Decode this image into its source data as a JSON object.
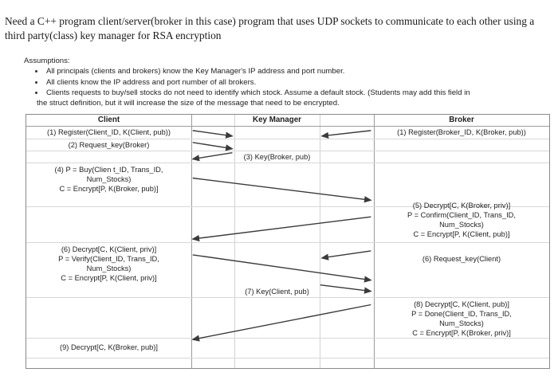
{
  "prompt": {
    "text": "Need a C++ program client/server(broker in this case) program that uses UDP sockets to communicate to each other using a third party(class) key manager for RSA encryption"
  },
  "assumptions": {
    "heading": "Assumptions:",
    "items": [
      {
        "text": "All principals (clients and brokers) know the Key Manager's IP address and port number.",
        "cont": ""
      },
      {
        "text": "All clients know the IP address and port number of all brokers.",
        "cont": ""
      },
      {
        "text": "Clients requests to buy/sell stocks do not need to identify which stock. Assume a default stock. (Students may add this field in",
        "cont": "the struct definition, but it will increase the size of the message that need to be encrypted."
      }
    ]
  },
  "table": {
    "headers": {
      "client": "Client",
      "key_manager": "Key Manager",
      "broker": "Broker"
    },
    "client_column": {
      "step1": "(1) Register(Client_ID, K(Client, pub))",
      "step2": "(2) Request_key(Broker)",
      "step4_line1": "(4)  P = Buy(Clien t_ID, Trans_ID,",
      "step4_line2": "Num_Stocks)",
      "step4_line3": "C = Encrypt[P, K(Broker, pub)]",
      "step6_line1": "(6)  Decrypt[C, K(Client, priv)]",
      "step6_line2": "P = Verify(Client_ID, Trans_ID,",
      "step6_line3": "Num_Stocks)",
      "step6_line4": "C = Encrypt[P, K(Client, priv)]",
      "step9": "(9)  Decrypt[C, K(Broker, pub)]"
    },
    "key_manager_column": {
      "step3": "(3) Key(Broker, pub)",
      "step7": "(7)  Key(Client, pub)"
    },
    "broker_column": {
      "step1": "(1) Register(Broker_ID, K(Broker, pub))",
      "step5_line1": "(5) Decrypt[C, K(Broker, priv)]",
      "step5_line2": "P = Confirm(Client_ID, Trans_ID,",
      "step5_line3": "Num_Stocks)",
      "step5_line4": "C = Encrypt[P, K(Client, pub)]",
      "step6": "(6)  Request_key(Client)",
      "step8_line1": "(8) Decrypt[C, K(Client, pub)]",
      "step8_line2": "P = Done(Client_ID, Trans_ID,",
      "step8_line3": "Num_Stocks)",
      "step8_line4": "C = Encrypt[P, K(Broker, priv)]"
    }
  },
  "colors": {
    "border": "#8a8a8a",
    "grid": "#d8d8d8",
    "text": "#1f1f1f",
    "arrow": "#3a3a3a"
  }
}
